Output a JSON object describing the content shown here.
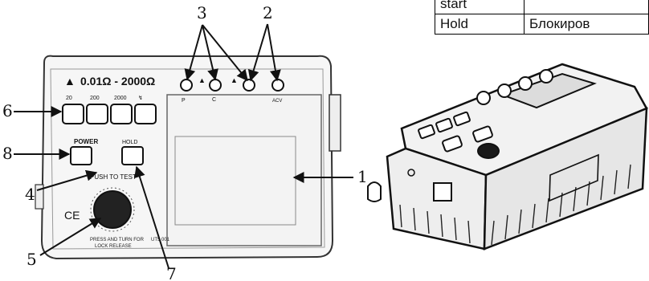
{
  "table": {
    "rows": [
      {
        "key": "start",
        "value": ""
      },
      {
        "key": "Hold",
        "value": "Блокиров"
      }
    ]
  },
  "panel": {
    "range_label": "0.01Ω - 2000Ω",
    "range_buttons": [
      "20",
      "200",
      "2000",
      "↯"
    ],
    "power_label": "POWER",
    "hold_label": "HOLD",
    "push_to_test": "PUSH TO TEST",
    "ce_mark": "CE",
    "terminal_p": "P",
    "terminal_c": "C",
    "terminal_acv": "ACV",
    "fine_print_1": "PRESS AND TURN FOR",
    "fine_print_2": "LOCK RELEASE",
    "model": "UT5 001"
  },
  "callouts": [
    "1",
    "2",
    "3",
    "4",
    "5",
    "6",
    "7",
    "8"
  ],
  "colors": {
    "ink": "#111111",
    "device_body": "#f4f4f4",
    "paper": "#ffffff"
  }
}
